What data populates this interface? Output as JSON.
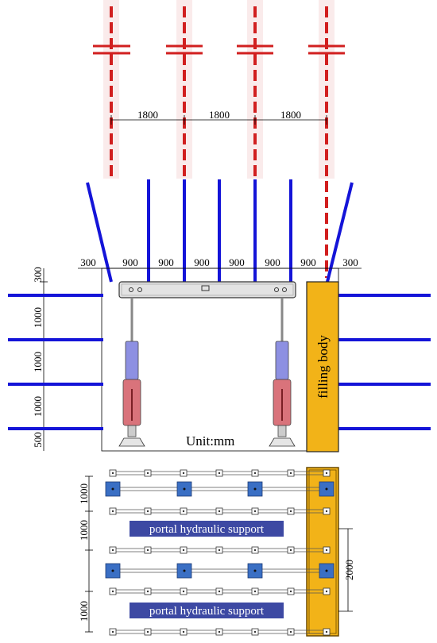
{
  "top_dims": [
    "1800",
    "1800",
    "1800"
  ],
  "mid_dims": [
    "300",
    "900",
    "900",
    "900",
    "900",
    "900",
    "900",
    "300"
  ],
  "left_dims": [
    "300",
    "1000",
    "1000",
    "1000",
    "500"
  ],
  "filling_body_label": "filling body",
  "unit_label": "Unit:mm",
  "bottom_left_dims": [
    "1000",
    "1000",
    "1000"
  ],
  "bottom_right_dim": "2000",
  "support_labels": [
    "portal hydraulic support",
    "portal hydraulic support"
  ],
  "colors": {
    "red_dash": "#d11f1f",
    "blue_line": "#1414d8",
    "filling": "#f2b318",
    "support_box": "#3d49a3",
    "cylinder_upper": "#8d90e2",
    "cylinder_lower": "#d9737b"
  }
}
